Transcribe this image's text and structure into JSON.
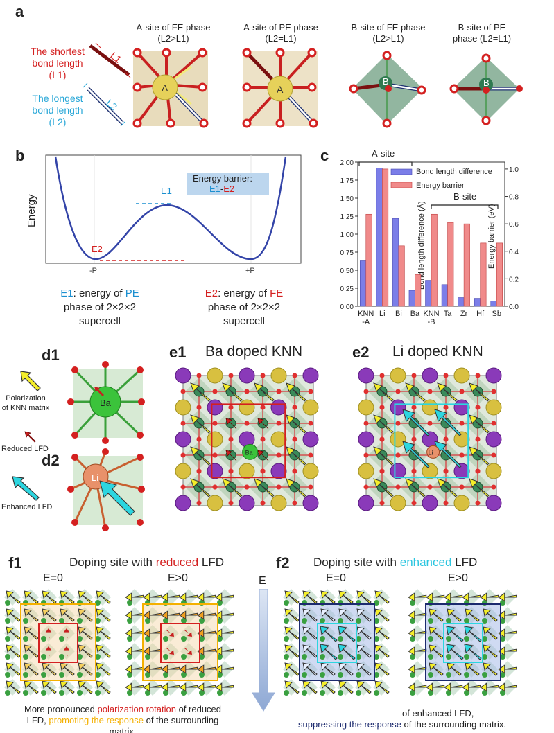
{
  "panel_a": {
    "label": "a",
    "legend": {
      "shortest": [
        "The shortest",
        "bond length",
        "(L1)"
      ],
      "longest": [
        "The longest",
        "bond length",
        "(L2)"
      ],
      "l1": "L1",
      "l2": "L2"
    },
    "titles": [
      [
        "A-site of FE phase",
        "(L2>L1)"
      ],
      [
        "A-site of PE phase",
        "(L2=L1)"
      ],
      [
        "B-site of FE phase",
        "(L2>L1)"
      ],
      [
        "B-site of PE",
        "phase (L2=L1)"
      ]
    ],
    "atom_a": "A",
    "atom_b": "B"
  },
  "panel_b": {
    "label": "b",
    "ylabel": "Energy",
    "xticks": [
      "-P",
      "+P"
    ],
    "e1": "E1",
    "e2": "E2",
    "barrier_title": "Energy barrier:",
    "barrier_e1": "E1",
    "barrier_dash": "-",
    "barrier_e2": "E2",
    "e1_desc": {
      "key": "E1",
      "mid": ": energy of ",
      "hl": "PE",
      "l2": "phase of 2×2×2",
      "l3": "supercell"
    },
    "e2_desc": {
      "key": "E2",
      "mid": ": energy of ",
      "hl": "FE",
      "l2": "phase of 2×2×2",
      "l3": "supercell"
    }
  },
  "panel_c": {
    "label": "c",
    "a_site": "A-site",
    "b_site": "B-site",
    "ylabel_left": "Bond length difference (Å)",
    "ylabel_right": "Energy barrier (eV)",
    "legend": [
      "Bond length difference",
      "Energy barrier"
    ],
    "yticks_left": [
      "0.00",
      "0.25",
      "0.50",
      "0.75",
      "1.00",
      "1.25",
      "1.50",
      "1.75",
      "2.00"
    ],
    "yticks_right": [
      "0.0",
      "0.2",
      "0.4",
      "0.6",
      "0.8",
      "1.0"
    ]
  },
  "chart_data": {
    "type": "bar",
    "categories": [
      "KNN -A",
      "Li",
      "Bi",
      "Ba",
      "KNN -B",
      "Ta",
      "Zr",
      "Hf",
      "Sb"
    ],
    "series": [
      {
        "name": "Bond length difference",
        "values": [
          0.63,
          1.92,
          1.22,
          0.22,
          0.36,
          0.3,
          0.12,
          0.11,
          0.07
        ],
        "axis": "left",
        "color": "#7b7ee8"
      },
      {
        "name": "Energy barrier",
        "values": [
          0.67,
          1.0,
          0.44,
          0.23,
          0.67,
          0.61,
          0.6,
          0.46,
          0.46
        ],
        "axis": "right",
        "color": "#f08a8a"
      }
    ],
    "ylabel": "Bond length difference (Å)",
    "y2label": "Energy barrier (eV)",
    "ylim": [
      0,
      2.0
    ],
    "y2lim": [
      0,
      1.05
    ],
    "legend_position": "top-right"
  },
  "panel_d": {
    "label1": "d1",
    "label2": "d2",
    "legend": [
      "Polarization",
      "of KNN matrix"
    ],
    "reduced": "Reduced LFD",
    "enhanced": "Enhanced LFD",
    "atom1": "Ba",
    "atom2": "Li"
  },
  "panel_e": {
    "label1": "e1",
    "title1": "Ba doped KNN",
    "label2": "e2",
    "title2": "Li doped KNN",
    "atom1": "Ba",
    "atom2": "Li"
  },
  "panel_f": {
    "label1": "f1",
    "title1_pre": "Doping site with ",
    "title1_hl": "reduced",
    "title1_post": "  LFD",
    "label2": "f2",
    "title2_pre": "Doping site with ",
    "title2_hl": "enhanced",
    "title2_post": " LFD",
    "e0": "E=0",
    "egt": "E>0",
    "e_arrow": "E",
    "cap1_a": "More pronounced ",
    "cap1_b": "polarization rotation",
    "cap1_c": " of reduced",
    "cap1_d": "LFD, ",
    "cap1_e": "promoting the response",
    "cap1_f": " of the surrounding",
    "cap1_g": "matrix.",
    "cap2_a": "of enhanced LFD,",
    "cap2_b": "suppressing the response",
    "cap2_c": " of the surrounding matrix."
  },
  "colors": {
    "red": "#d42020",
    "blue": "#1a8fd0",
    "cyan": "#2cd6e0",
    "yellow": "#f4ee2a",
    "purple": "#8a3ab9",
    "navy": "#1c2a6e",
    "orange": "#f4b000"
  }
}
